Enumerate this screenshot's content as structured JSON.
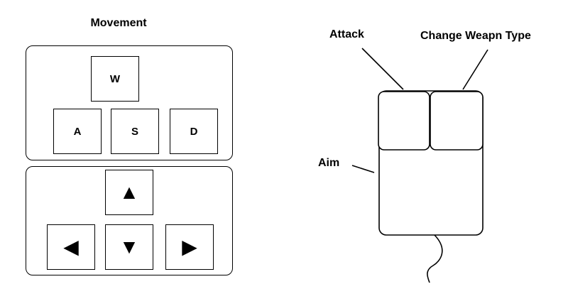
{
  "movement": {
    "title": "Movement",
    "wasd": {
      "up": "W",
      "left": "A",
      "down": "S",
      "right": "D"
    },
    "arrows": {
      "up": "▲",
      "left": "◀",
      "down": "▼",
      "right": "▶",
      "icons": [
        "arrow-up-icon",
        "arrow-left-icon",
        "arrow-down-icon",
        "arrow-right-icon"
      ]
    }
  },
  "mouse": {
    "labels": {
      "left_button": "Attack",
      "right_button": "Change Weapn Type",
      "body": "Aim"
    }
  }
}
